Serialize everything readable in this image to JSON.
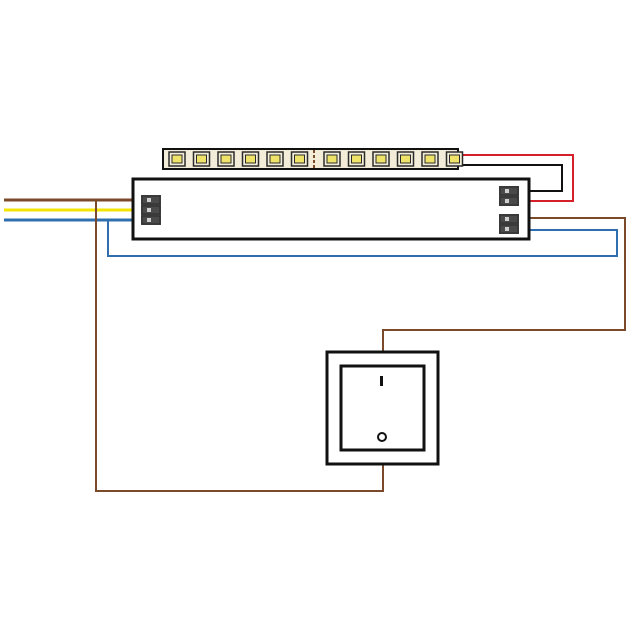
{
  "colors": {
    "background": "#ffffff",
    "outline": "#111111",
    "wire_brown": "#7a4a2a",
    "wire_yellow": "#f5e400",
    "wire_blue": "#2f6fb0",
    "wire_red": "#d3202a",
    "wire_black": "#111111",
    "led_strip": "#f3ecd8",
    "led_chip": "#f0e36a",
    "led_chip_border": "#2b2b2b",
    "terminal_body": "#4a4a4a",
    "terminal_slot": "#cfcfcf"
  },
  "diagram": {
    "led_strip": {
      "led_count": 12
    },
    "driver": {
      "input_terminals": 3,
      "output_terminals": 2,
      "mains_terminals": 2
    },
    "switch": {
      "on_symbol": "I",
      "off_symbol": "O"
    }
  }
}
